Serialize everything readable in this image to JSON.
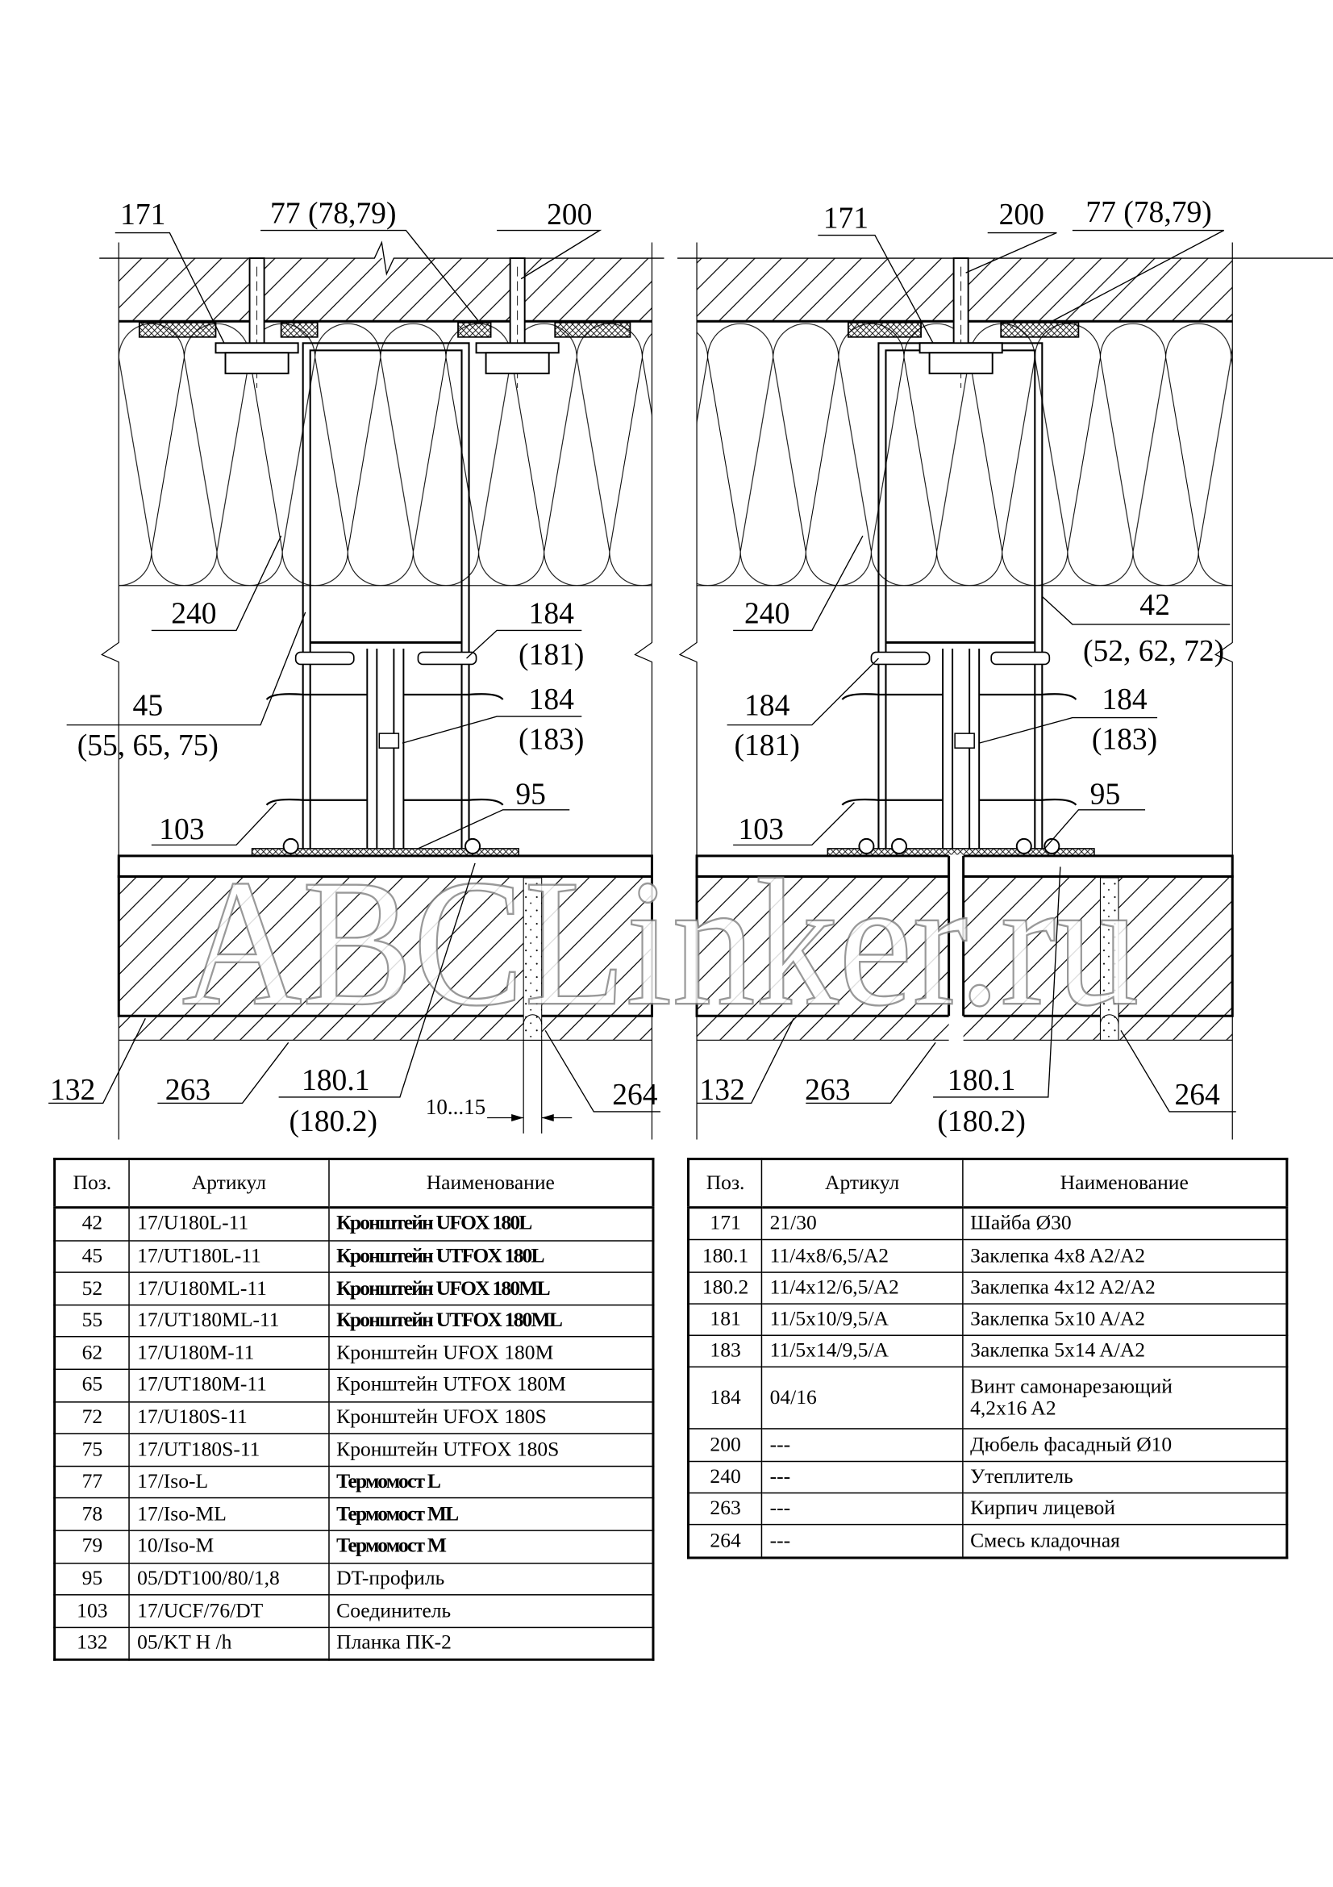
{
  "watermark": "ABCLinker.ru",
  "dimension": "10...15",
  "drawing_left": {
    "labels": [
      "171",
      "77 (78,79)",
      "200",
      "240",
      "45",
      "(55, 65, 75)",
      "184",
      "(181)",
      "184",
      "(183)",
      "103",
      "95",
      "132",
      "263",
      "180.1",
      "(180.2)",
      "264"
    ]
  },
  "drawing_right": {
    "labels": [
      "171",
      "200",
      "77 (78,79)",
      "240",
      "42",
      "(52, 62, 72)",
      "184",
      "(181)",
      "184",
      "(183)",
      "103",
      "95",
      "132",
      "263",
      "180.1",
      "(180.2)",
      "264"
    ]
  },
  "table_left": {
    "headers": [
      "Поз.",
      "Артикул",
      "Наименование"
    ],
    "rows": [
      {
        "pos": "42",
        "article": "17/U180L-11",
        "name": "Кронштейн UFOX  180L",
        "bold": true
      },
      {
        "pos": "45",
        "article": "17/UT180L-11",
        "name": "Кронштейн UTFOX 180L",
        "bold": true
      },
      {
        "pos": "52",
        "article": "17/U180ML-11",
        "name": "Кронштейн UFOX  180ML",
        "bold": true
      },
      {
        "pos": "55",
        "article": "17/UT180ML-11",
        "name": "Кронштейн UTFOX 180ML",
        "bold": true
      },
      {
        "pos": "62",
        "article": "17/U180M-11",
        "name": "Кронштейн UFOX 180M",
        "bold": false
      },
      {
        "pos": "65",
        "article": "17/UT180M-11",
        "name": "Кронштейн UTFOX 180M",
        "bold": false
      },
      {
        "pos": "72",
        "article": "17/U180S-11",
        "name": "Кронштейн UFOX 180S",
        "bold": false
      },
      {
        "pos": "75",
        "article": "17/UT180S-11",
        "name": "Кронштейн UTFOX 180S",
        "bold": false
      },
      {
        "pos": "77",
        "article": "17/Iso-L",
        "name": "Термомост L",
        "bold": true
      },
      {
        "pos": "78",
        "article": "17/Iso-ML",
        "name": "Термомост ML",
        "bold": true
      },
      {
        "pos": "79",
        "article": "10/Iso-M",
        "name": "Термомост M",
        "bold": true
      },
      {
        "pos": "95",
        "article": "05/DT100/80/1,8",
        "name": "DT-профиль",
        "bold": false
      },
      {
        "pos": "103",
        "article": "17/UCF/76/DT",
        "name": "Соединитель",
        "bold": false
      },
      {
        "pos": "132",
        "article": "05/KT H /h",
        "name": "Планка ПК-2",
        "bold": false
      }
    ]
  },
  "table_right": {
    "headers": [
      "Поз.",
      "Артикул",
      "Наименование"
    ],
    "rows": [
      {
        "pos": "171",
        "article": "21/30",
        "name": "Шайба Ø30"
      },
      {
        "pos": "180.1",
        "article": "11/4x8/6,5/A2",
        "name": "Заклепка 4x8 A2/A2"
      },
      {
        "pos": "180.2",
        "article": "11/4x12/6,5/A2",
        "name": "Заклепка 4x12 A2/A2"
      },
      {
        "pos": "181",
        "article": "11/5x10/9,5/A",
        "name": "Заклепка 5x10 A/A2"
      },
      {
        "pos": "183",
        "article": "11/5x14/9,5/A",
        "name": "Заклепка 5x14 A/A2"
      },
      {
        "pos": "184",
        "article": "04/16",
        "name": "Винт самонарезающий",
        "name2": "4,2x16 A2"
      },
      {
        "pos": "200",
        "article": "---",
        "name": "Дюбель фасадный Ø10"
      },
      {
        "pos": "240",
        "article": "---",
        "name": "Утеплитель"
      },
      {
        "pos": "263",
        "article": "---",
        "name": "Кирпич лицевой"
      },
      {
        "pos": "264",
        "article": "---",
        "name": "Смесь кладочная"
      }
    ]
  }
}
